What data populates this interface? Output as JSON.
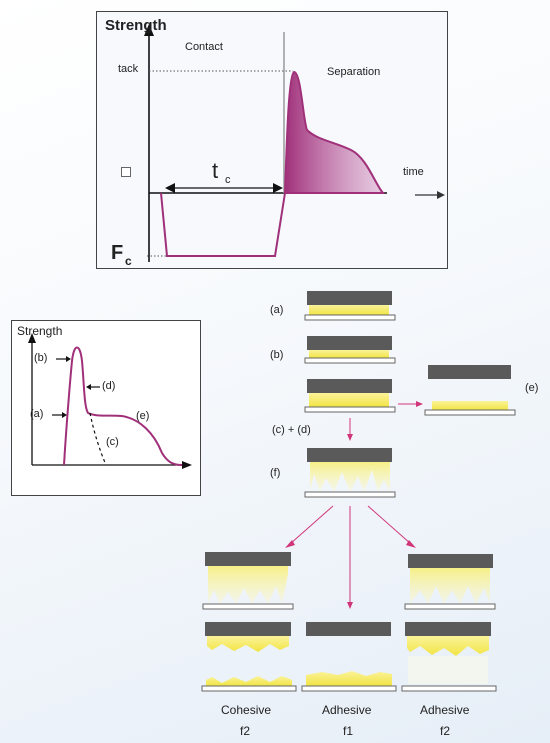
{
  "top_plot": {
    "y_label": "Strength",
    "contact_label": "Contact",
    "separation_label": "Separation",
    "tack_label": "tack",
    "tc_label": "t",
    "tc_sub": "c",
    "time_label": "time",
    "fc_label": "F",
    "fc_sub": "c"
  },
  "inset_plot": {
    "y_label": "Strength",
    "markers": {
      "a": "(a)",
      "b": "(b)",
      "c": "(c)",
      "d": "(d)",
      "e": "(e)"
    }
  },
  "stages": {
    "a": "(a)",
    "b": "(b)",
    "cd": "(c) + (d)",
    "e": "(e)",
    "f": "(f)"
  },
  "failure_modes": [
    {
      "name": "Cohesive",
      "code": "f2"
    },
    {
      "name": "Adhesive",
      "code": "f1"
    },
    {
      "name": "Adhesive",
      "code": "f2"
    }
  ],
  "colors": {
    "curve": "#a0307a",
    "fill_top": "#a0307a",
    "plate": "#5a5a5a",
    "adhesive": "#f3ea5a",
    "arrow_pink": "#d0357a",
    "axis": "#111111"
  }
}
